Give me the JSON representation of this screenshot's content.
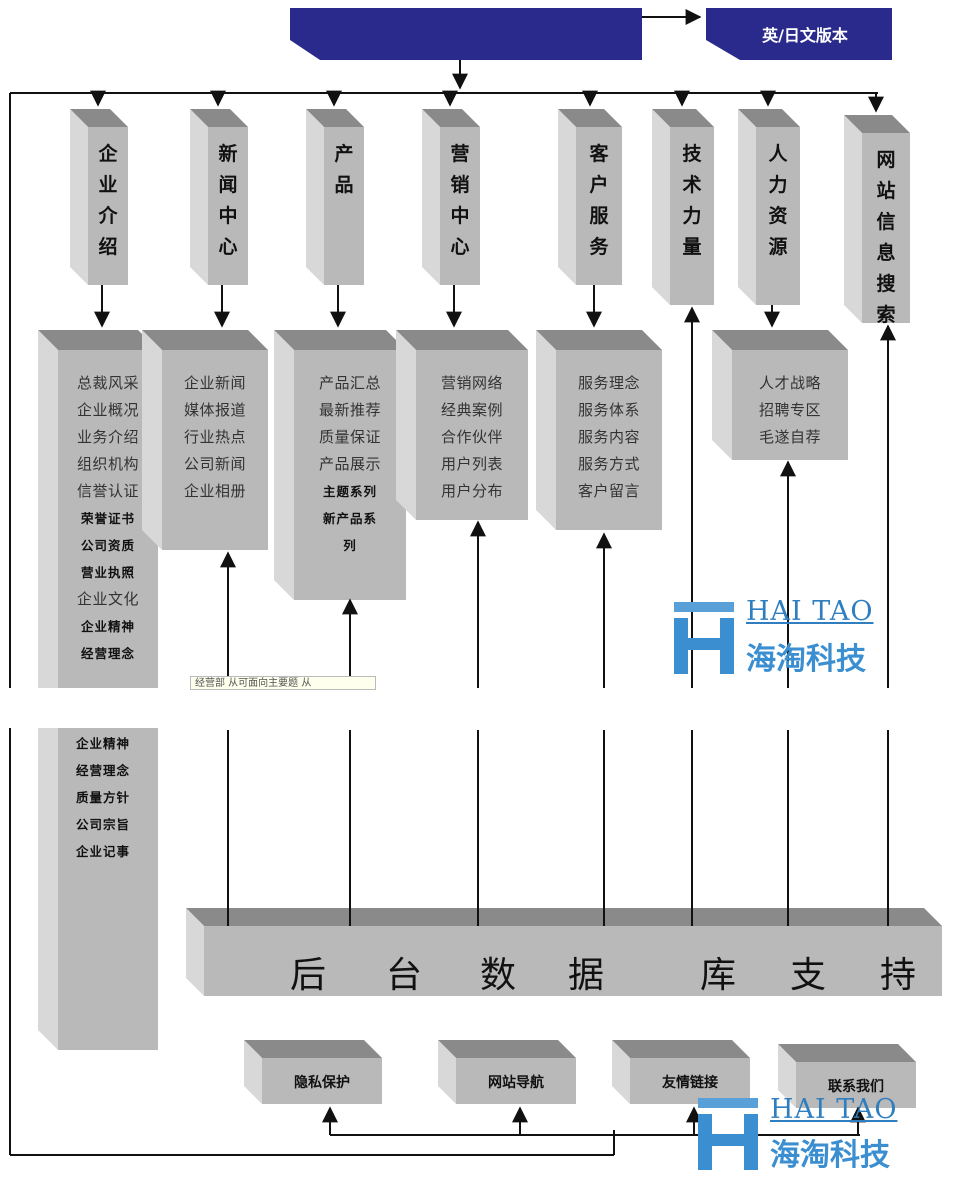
{
  "header": {
    "language_version": "英/日文版本"
  },
  "sections": [
    {
      "id": "company",
      "title": "企业介绍",
      "items": [
        {
          "t": "总裁风采",
          "b": false
        },
        {
          "t": "企业概况",
          "b": false
        },
        {
          "t": "业务介绍",
          "b": false
        },
        {
          "t": "组织机构",
          "b": false
        },
        {
          "t": "信誉认证",
          "b": false
        },
        {
          "t": "荣誉证书",
          "b": true
        },
        {
          "t": "公司资质",
          "b": true
        },
        {
          "t": "营业执照",
          "b": true
        },
        {
          "t": "企业文化",
          "b": false
        },
        {
          "t": "企业精神",
          "b": true
        },
        {
          "t": "经营理念",
          "b": true
        }
      ]
    },
    {
      "id": "news",
      "title": "新闻中心",
      "items": [
        {
          "t": "企业新闻",
          "b": false
        },
        {
          "t": "媒体报道",
          "b": false
        },
        {
          "t": "行业热点",
          "b": false
        },
        {
          "t": "公司新闻",
          "b": false
        },
        {
          "t": "企业相册",
          "b": false
        }
      ]
    },
    {
      "id": "products",
      "title": "产品",
      "items": [
        {
          "t": "产品汇总",
          "b": false
        },
        {
          "t": "最新推荐",
          "b": false
        },
        {
          "t": "质量保证",
          "b": false
        },
        {
          "t": "产品展示",
          "b": false
        },
        {
          "t": "主题系列",
          "b": true
        },
        {
          "t": "新产品系",
          "b": true
        },
        {
          "t": "列",
          "b": true
        }
      ]
    },
    {
      "id": "marketing",
      "title": "营销中心",
      "items": [
        {
          "t": "营销网络",
          "b": false
        },
        {
          "t": "经典案例",
          "b": false
        },
        {
          "t": "合作伙伴",
          "b": false
        },
        {
          "t": "用户列表",
          "b": false
        },
        {
          "t": "用户分布",
          "b": false
        }
      ]
    },
    {
      "id": "service",
      "title": "客户服务",
      "items": [
        {
          "t": "服务理念",
          "b": false
        },
        {
          "t": "服务体系",
          "b": false
        },
        {
          "t": "服务内容",
          "b": false
        },
        {
          "t": "服务方式",
          "b": false
        },
        {
          "t": "客户留言",
          "b": false
        }
      ]
    },
    {
      "id": "tech",
      "title": "技术力量",
      "items": []
    },
    {
      "id": "hr",
      "title": "人力资源",
      "items": [
        {
          "t": "人才战略",
          "b": false
        },
        {
          "t": "招聘专区",
          "b": false
        },
        {
          "t": "毛遂自荐",
          "b": false
        }
      ]
    },
    {
      "id": "search",
      "title": "网站信息搜索",
      "items": []
    }
  ],
  "company_continued": [
    "企业精神",
    "经营理念",
    "质量方针",
    "公司宗旨",
    "企业记事"
  ],
  "tooltip": "经营部 从可面向主要题 从",
  "backend_label_chars": [
    "后",
    "台",
    "数",
    "据",
    "库",
    "支",
    "持"
  ],
  "footer": [
    "隐私保护",
    "网站导航",
    "友情链接",
    "联系我们"
  ],
  "watermark": {
    "en": "HAI TAO",
    "cn": "海淘科技"
  },
  "colors": {
    "banner": "#2a2a8c",
    "box_face": "#b9b9b9",
    "box_top": "#8a8a8a",
    "box_side": "#d8d8d8",
    "lines": "#111111"
  }
}
